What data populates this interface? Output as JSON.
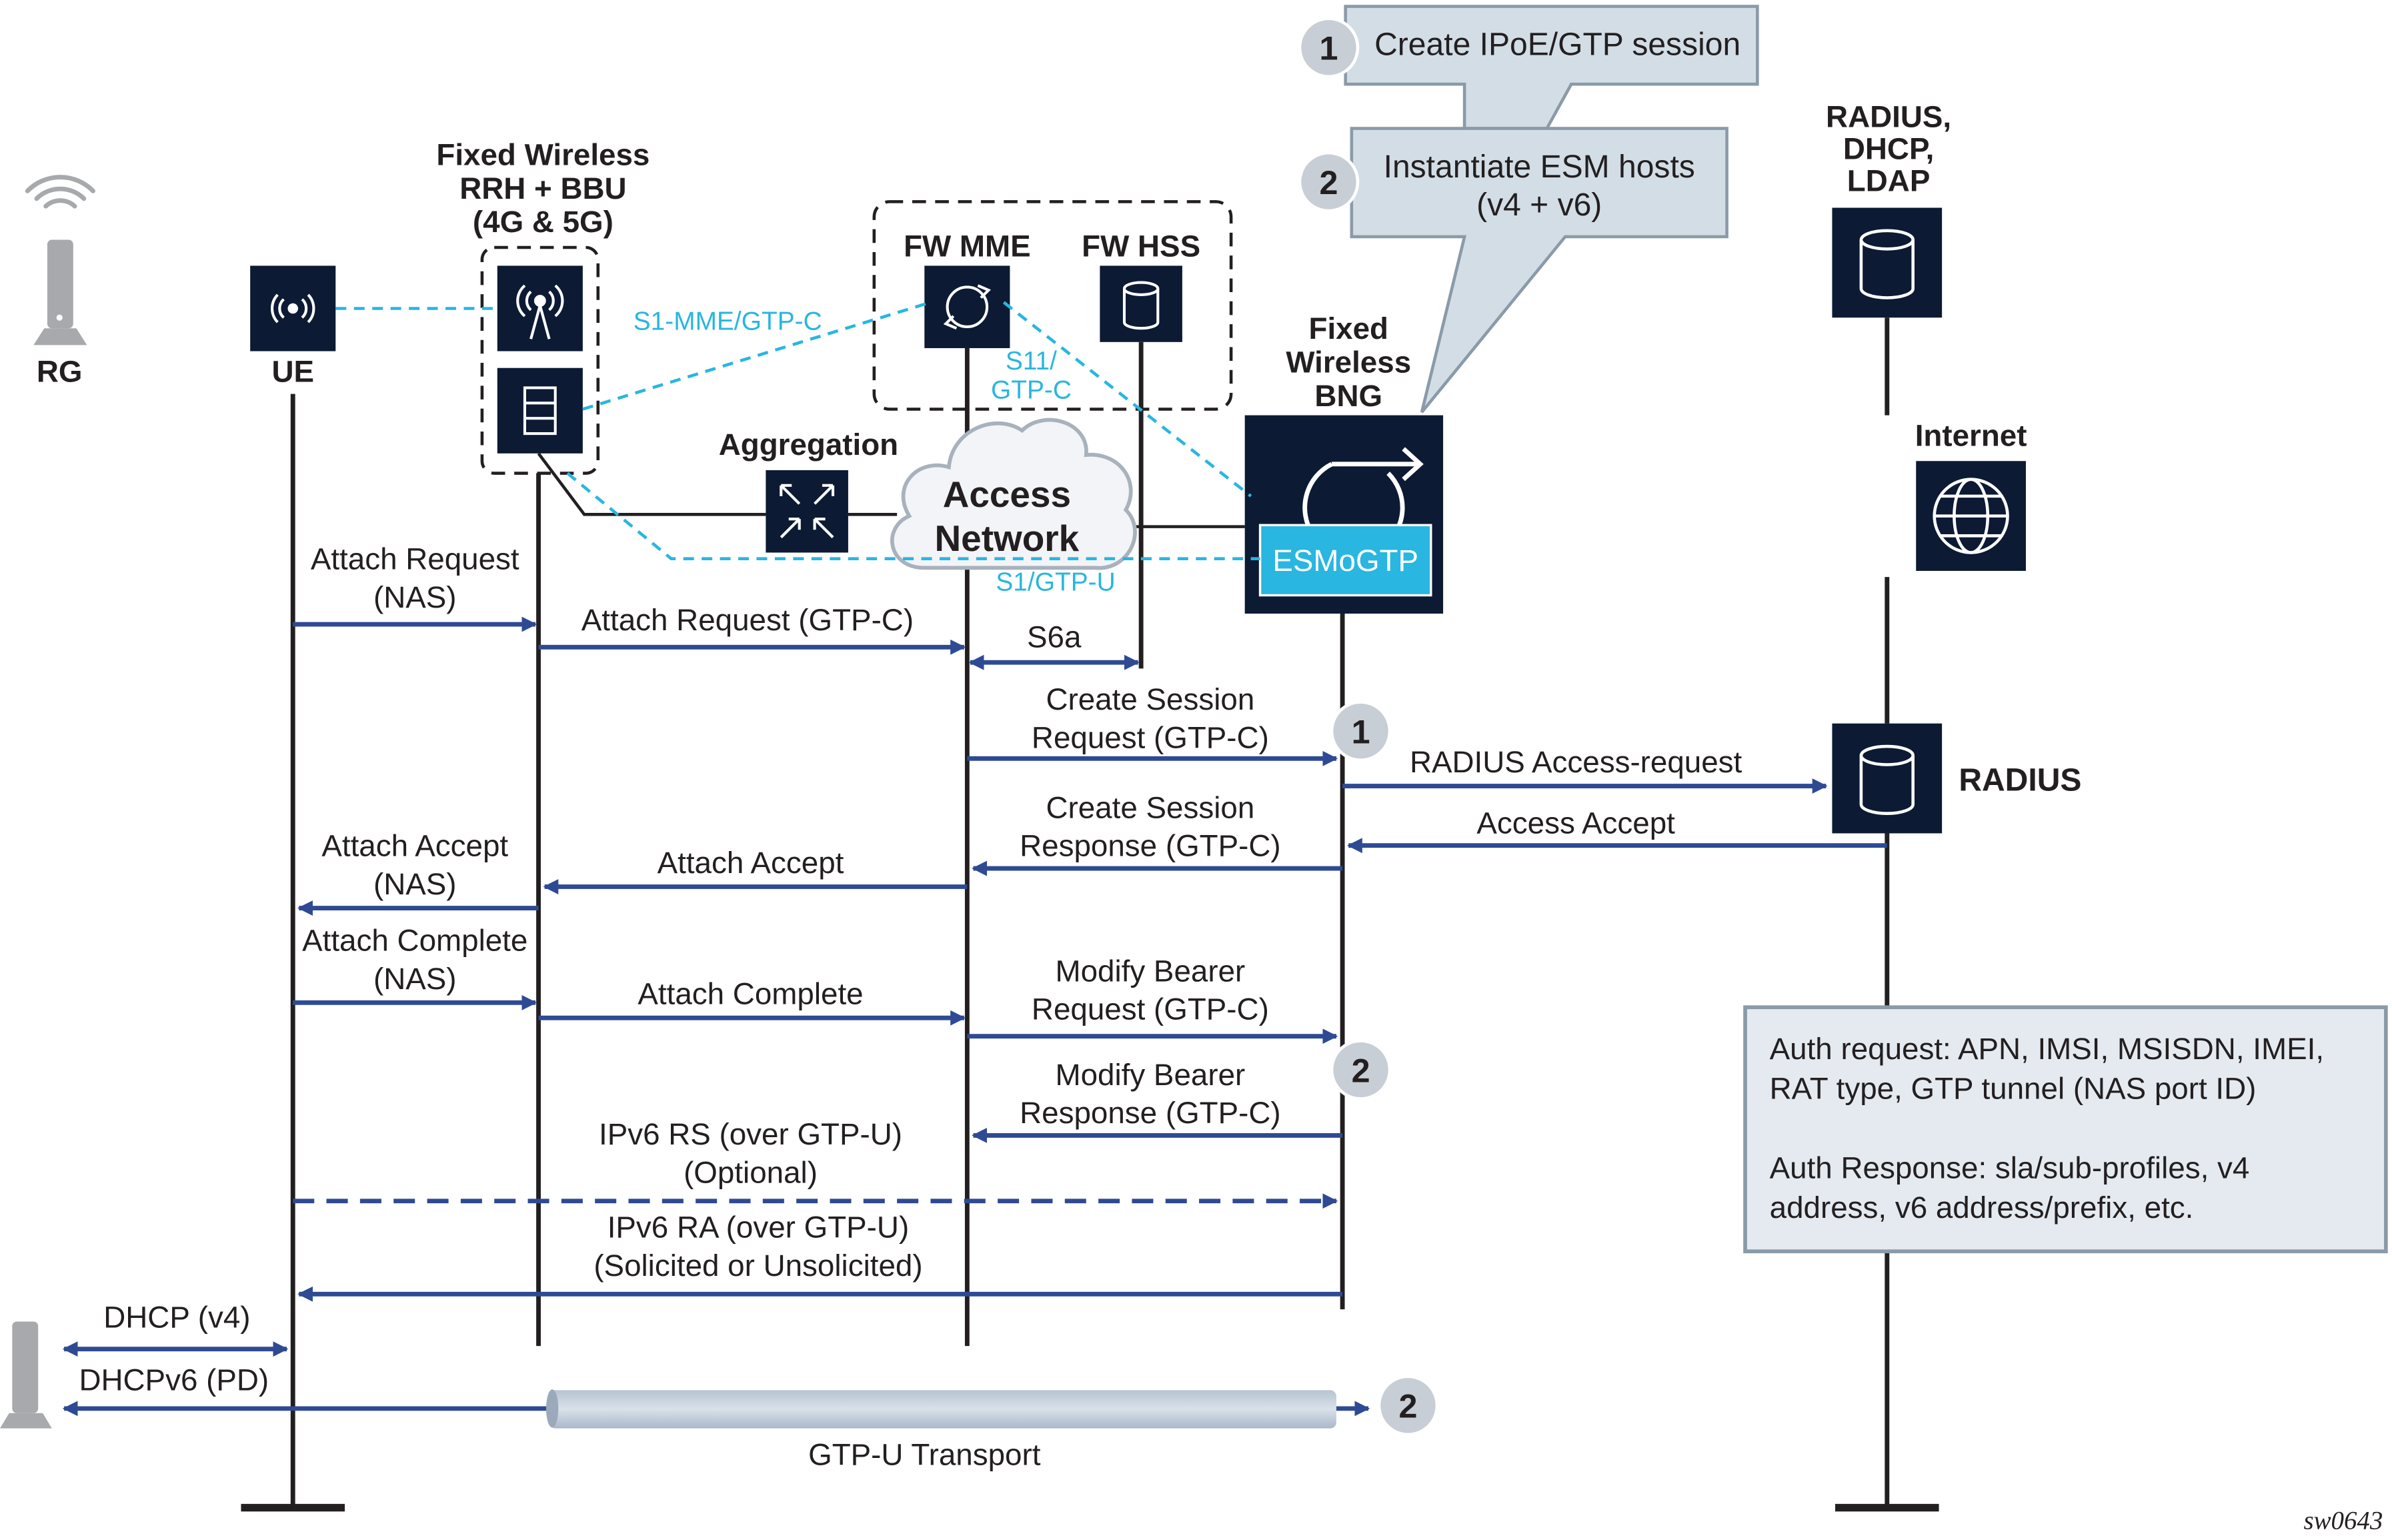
{
  "colors": {
    "navy": "#0c1a34",
    "arrow": "#2e4a94",
    "cyan": "#29b6e0",
    "callout_fill": "#d3dde6",
    "callout_stroke": "#8a9aa8",
    "circle_fill": "#c8ced5",
    "text": "#231f20"
  },
  "nodes": {
    "rg": {
      "label": "RG",
      "icon": "wifi-router-icon"
    },
    "ue": {
      "label": "UE",
      "icon": "wireless-signal-icon"
    },
    "fw_ran": {
      "label_lines": [
        "Fixed Wireless",
        "RRH + BBU",
        "(4G & 5G)"
      ],
      "icons": [
        "antenna-tower-icon",
        "server-stack-icon"
      ]
    },
    "fw_mme": {
      "label": "FW MME",
      "icon": "circular-arrows-icon"
    },
    "fw_hss": {
      "label": "FW HSS",
      "icon": "database-icon"
    },
    "aggregation": {
      "label": "Aggregation",
      "icon": "aggregation-arrows-icon"
    },
    "access_network": {
      "label_lines": [
        "Access",
        "Network"
      ],
      "icon": "cloud-icon"
    },
    "bng": {
      "label_lines": [
        "Fixed",
        "Wireless",
        "BNG"
      ],
      "inner_label": "ESMoGTP",
      "icon": "router-loop-icon"
    },
    "radius_top": {
      "label_lines": [
        "RADIUS,",
        "DHCP,",
        "LDAP"
      ],
      "icon": "database-icon"
    },
    "internet": {
      "label": "Internet",
      "icon": "globe-icon"
    },
    "radius": {
      "label": "RADIUS",
      "icon": "database-icon"
    }
  },
  "interfaces": {
    "s1_mme": "S1-MME/GTP-C",
    "s11_lines": [
      "S11/",
      "GTP-C"
    ],
    "s1_u": "S1/GTP-U"
  },
  "callouts": [
    {
      "number": "1",
      "text_lines": [
        "Create IPoE/GTP session"
      ]
    },
    {
      "number": "2",
      "text_lines": [
        "Instantiate ESM hosts",
        "(v4 + v6)"
      ]
    }
  ],
  "messages": {
    "attach_request_nas": [
      "Attach Request",
      "(NAS)"
    ],
    "attach_request_gtpc": "Attach Request (GTP-C)",
    "s6a": "S6a",
    "create_session_request": [
      "Create Session",
      "Request (GTP-C)"
    ],
    "radius_access_request": "RADIUS Access-request",
    "create_session_response": [
      "Create Session",
      "Response (GTP-C)"
    ],
    "access_accept": "Access Accept",
    "attach_accept_nas": [
      "Attach Accept",
      "(NAS)"
    ],
    "attach_accept": "Attach Accept",
    "attach_complete_nas": [
      "Attach Complete",
      "(NAS)"
    ],
    "attach_complete": "Attach Complete",
    "modify_bearer_request": [
      "Modify Bearer",
      "Request (GTP-C)"
    ],
    "modify_bearer_response": [
      "Modify Bearer",
      "Response (GTP-C)"
    ],
    "ipv6_rs": [
      "IPv6 RS (over GTP-U)",
      "(Optional)"
    ],
    "ipv6_ra": [
      "IPv6 RA (over GTP-U)",
      "(Solicited or Unsolicited)"
    ],
    "dhcp_v4": "DHCP (v4)",
    "dhcpv6_pd": "DHCPv6 (PD)",
    "gtpu_transport": "GTP-U Transport"
  },
  "step_markers": {
    "create_session": "1",
    "modify_bearer": "2",
    "gtpu_transport": "2"
  },
  "auth_note": {
    "lines": [
      "Auth request: APN, IMSI, MSISDN, IMEI,",
      "RAT type, GTP tunnel (NAS port ID)",
      "",
      "Auth Response: sla/sub-profiles, v4",
      "address, v6 address/prefix, etc."
    ]
  },
  "figure_id": "sw0643"
}
